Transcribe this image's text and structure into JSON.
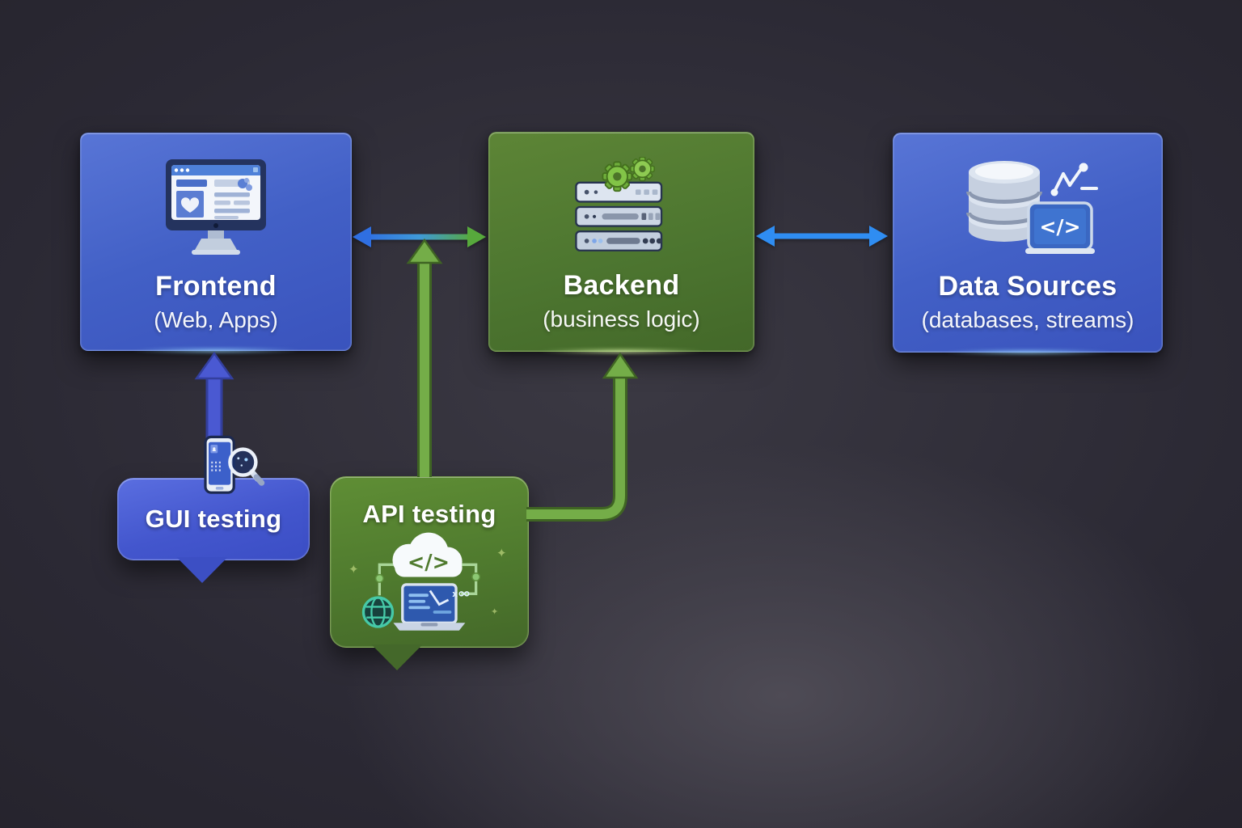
{
  "diagram": {
    "title_implicit": "Frontend / Backend / Data Sources testing diagram",
    "background": {
      "base_color": "#2b2934",
      "glow_color": "#4e4b55"
    },
    "nodes": [
      {
        "id": "frontend",
        "title": "Frontend",
        "subtitle": "(Web, Apps)",
        "color": "#4260c6",
        "icon": "monitor-webpage-icon",
        "glow": "#96d4ff"
      },
      {
        "id": "backend",
        "title": "Backend",
        "subtitle": "(business logic)",
        "color": "#4d7630",
        "icon": "server-stack-gears-icon",
        "glow": "#defaaa"
      },
      {
        "id": "datasources",
        "title": "Data Sources",
        "subtitle": "(databases, streams)",
        "color": "#4260c6",
        "icon": "database-code-chart-icon",
        "glow": "#96d4ff"
      }
    ],
    "callouts": [
      {
        "id": "gui-testing",
        "label": "GUI testing",
        "color": "#4356cd",
        "icon": "phone-magnifier-icon"
      },
      {
        "id": "api-testing",
        "label": "API testing",
        "color": "#4f7a2e",
        "icon": "cloud-code-laptop-globe-icon"
      }
    ],
    "arrows": [
      {
        "id": "frontend-backend",
        "type": "bidirectional-horizontal",
        "from": "Frontend",
        "to": "Backend",
        "colors": [
          "#2f6fe2",
          "#57a93c"
        ]
      },
      {
        "id": "backend-datasources",
        "type": "bidirectional-horizontal",
        "from": "Backend",
        "to": "Data Sources",
        "colors": [
          "#2f8df2"
        ]
      },
      {
        "id": "gui-to-frontend",
        "type": "up",
        "from": "GUI testing",
        "to": "Frontend",
        "colors": [
          "#4a59d2"
        ]
      },
      {
        "id": "api-to-frontend-backend-link",
        "type": "up",
        "from": "API testing",
        "to": "Frontend-Backend arrow",
        "colors": [
          "#74ad48"
        ]
      },
      {
        "id": "api-to-backend",
        "type": "elbow-up",
        "from": "API testing",
        "to": "Backend",
        "colors": [
          "#74ad48"
        ]
      }
    ],
    "glyphs": {
      "code": "</>",
      "sparkle": "✦"
    }
  }
}
